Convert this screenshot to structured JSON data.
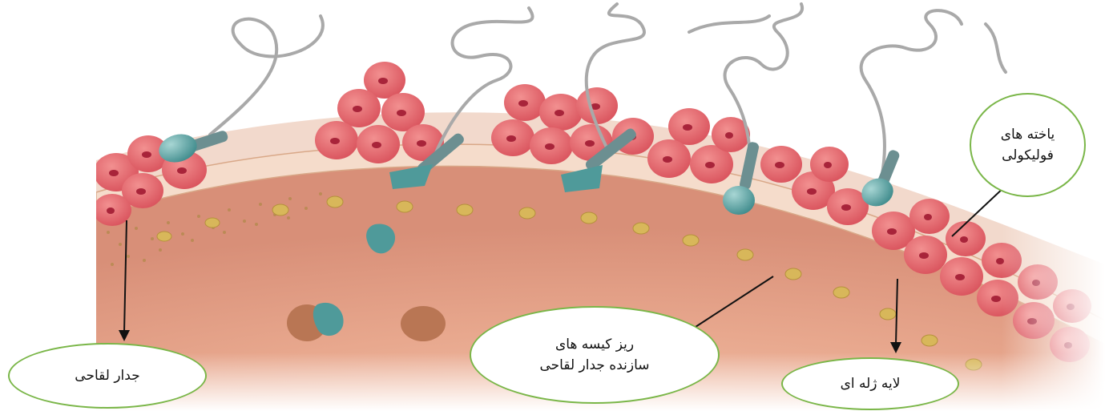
{
  "labels": {
    "follicle_cells": {
      "line1": "یاخته های",
      "line2": "فولیکولی"
    },
    "zona_vesicles": {
      "line1": "ریز کیسه های",
      "line2": "سازنده جدار لقاحی"
    },
    "fertilization_wall": {
      "text": "جدار لقاحی"
    },
    "jelly_layer": {
      "text": "لایه ژله ای"
    }
  },
  "colors": {
    "bubble_border": "#7ab648",
    "follicle_cell": "#e0626a",
    "follicle_nucleus": "#a8243a",
    "egg_cytoplasm": "#e9a98f",
    "jelly_layer": "#f3d2bf",
    "vesicle": "#d8b75a",
    "sperm": "#4f9a9a"
  }
}
